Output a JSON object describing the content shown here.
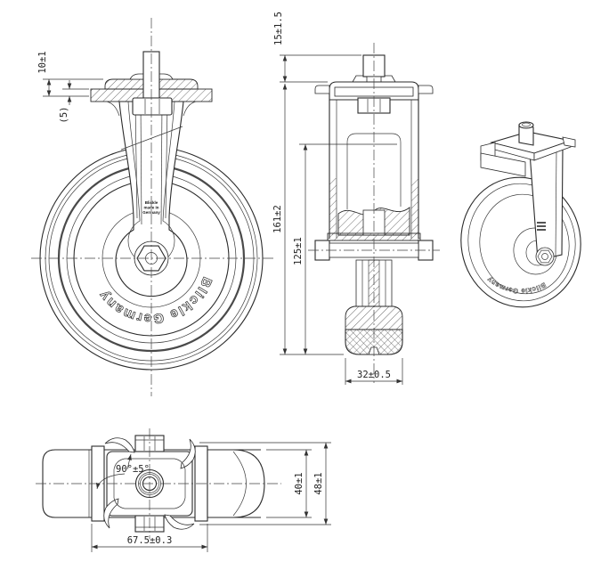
{
  "drawing": {
    "background": "#ffffff",
    "line_color": "#2b2b2b",
    "brand_text": "Blickle Germany",
    "fork_stamp": [
      "Blickle",
      "made in",
      "Germany"
    ],
    "dimensions": {
      "stem_height_front": "10±1",
      "plate_thickness": "(5)",
      "stem_length": "15±1.5",
      "overall_height": "161±2",
      "wheel_diameter": "125±1",
      "wheel_width": "32±0.5",
      "bracket_angle": "90°±5°",
      "plate_length": "67.5±0.3",
      "hub_width": "40±1",
      "overall_width": "48±1"
    }
  }
}
